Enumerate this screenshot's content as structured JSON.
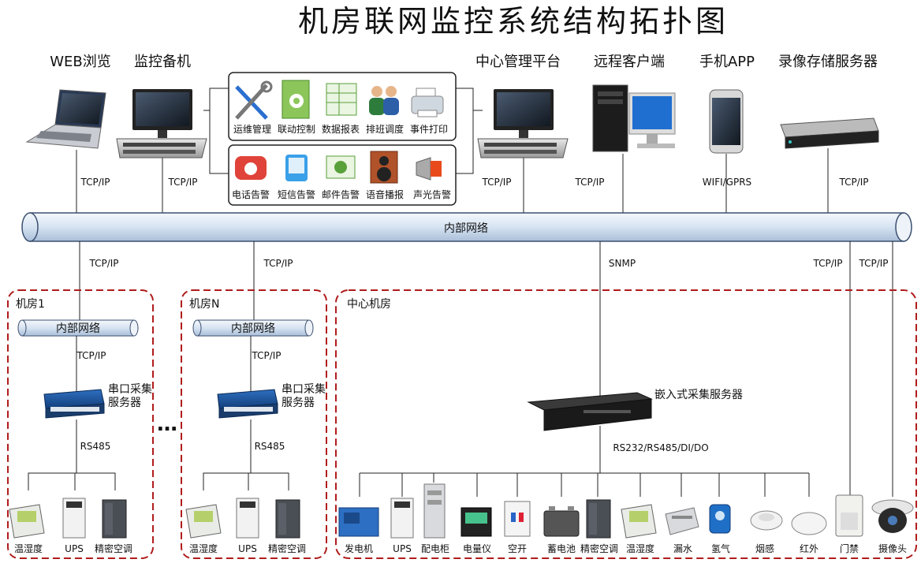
{
  "title": "机房联网监控系统结构拓扑图",
  "top_nodes": [
    {
      "label": "WEB浏览",
      "link": "TCP/IP",
      "icon": "laptop-icon"
    },
    {
      "label": "监控备机",
      "link": "TCP/IP",
      "icon": "server-monitor-icon"
    },
    {
      "label": "中心管理平台",
      "link": "TCP/IP",
      "icon": "server-monitor-icon"
    },
    {
      "label": "远程客户端",
      "link": "TCP/IP",
      "icon": "desktop-pc-icon"
    },
    {
      "label": "手机APP",
      "link": "WIFI/GPRS",
      "icon": "smartphone-icon"
    },
    {
      "label": "录像存储服务器",
      "link": "TCP/IP",
      "icon": "nvr-icon"
    }
  ],
  "functions": [
    {
      "label": "运维管理",
      "icon": "tools-icon"
    },
    {
      "label": "联动控制",
      "icon": "gear-book-icon"
    },
    {
      "label": "数据报表",
      "icon": "spreadsheet-icon"
    },
    {
      "label": "排班调度",
      "icon": "people-icon"
    },
    {
      "label": "事件打印",
      "icon": "printer-icon"
    }
  ],
  "alarms": [
    {
      "label": "电话告警",
      "icon": "telephone-icon"
    },
    {
      "label": "短信告警",
      "icon": "sms-icon"
    },
    {
      "label": "邮件告警",
      "icon": "email-icon"
    },
    {
      "label": "语音播报",
      "icon": "speaker-icon"
    },
    {
      "label": "声光告警",
      "icon": "alarm-light-icon"
    }
  ],
  "network": {
    "label": "内部网络"
  },
  "rooms": [
    {
      "name": "机房1",
      "uplink": "TCP/IP",
      "network": "内部网络",
      "downlink": "TCP/IP",
      "collector": "串口采集服务器",
      "bus": "RS485",
      "devices": [
        {
          "label": "温湿度",
          "icon": "thermo-hygrometer-icon"
        },
        {
          "label": "UPS",
          "icon": "ups-icon"
        },
        {
          "label": "精密空调",
          "icon": "precision-ac-icon"
        }
      ]
    },
    {
      "name": "机房N",
      "uplink": "TCP/IP",
      "network": "内部网络",
      "downlink": "TCP/IP",
      "collector": "串口采集服务器",
      "bus": "RS485",
      "devices": [
        {
          "label": "温湿度",
          "icon": "thermo-hygrometer-icon"
        },
        {
          "label": "UPS",
          "icon": "ups-icon"
        },
        {
          "label": "精密空调",
          "icon": "precision-ac-icon"
        }
      ]
    }
  ],
  "ellipsis": "…",
  "center_room": {
    "name": "中心机房",
    "uplink": "SNMP",
    "side_links": [
      "TCP/IP",
      "TCP/IP"
    ],
    "collector": "嵌入式采集服务器",
    "bus": "RS232/RS485/DI/DO",
    "devices": [
      {
        "label": "发电机",
        "icon": "generator-icon"
      },
      {
        "label": "UPS",
        "icon": "ups-icon"
      },
      {
        "label": "配电柜",
        "icon": "distribution-cabinet-icon"
      },
      {
        "label": "电量仪",
        "icon": "power-meter-icon"
      },
      {
        "label": "空开",
        "icon": "circuit-breaker-icon"
      },
      {
        "label": "蓄电池",
        "icon": "battery-icon"
      },
      {
        "label": "精密空调",
        "icon": "precision-ac-icon"
      },
      {
        "label": "温湿度",
        "icon": "thermo-hygrometer-icon"
      },
      {
        "label": "漏水",
        "icon": "water-leak-icon"
      },
      {
        "label": "氢气",
        "icon": "gas-detector-icon"
      },
      {
        "label": "烟感",
        "icon": "smoke-detector-icon"
      },
      {
        "label": "红外",
        "icon": "infrared-sensor-icon"
      },
      {
        "label": "门禁",
        "icon": "access-control-icon"
      },
      {
        "label": "摄像头",
        "icon": "camera-icon"
      }
    ]
  },
  "colors": {
    "accent_box": "#b01c1c",
    "pipe_fill": "#d9e6f5",
    "pipe_stroke": "#3c5070"
  }
}
